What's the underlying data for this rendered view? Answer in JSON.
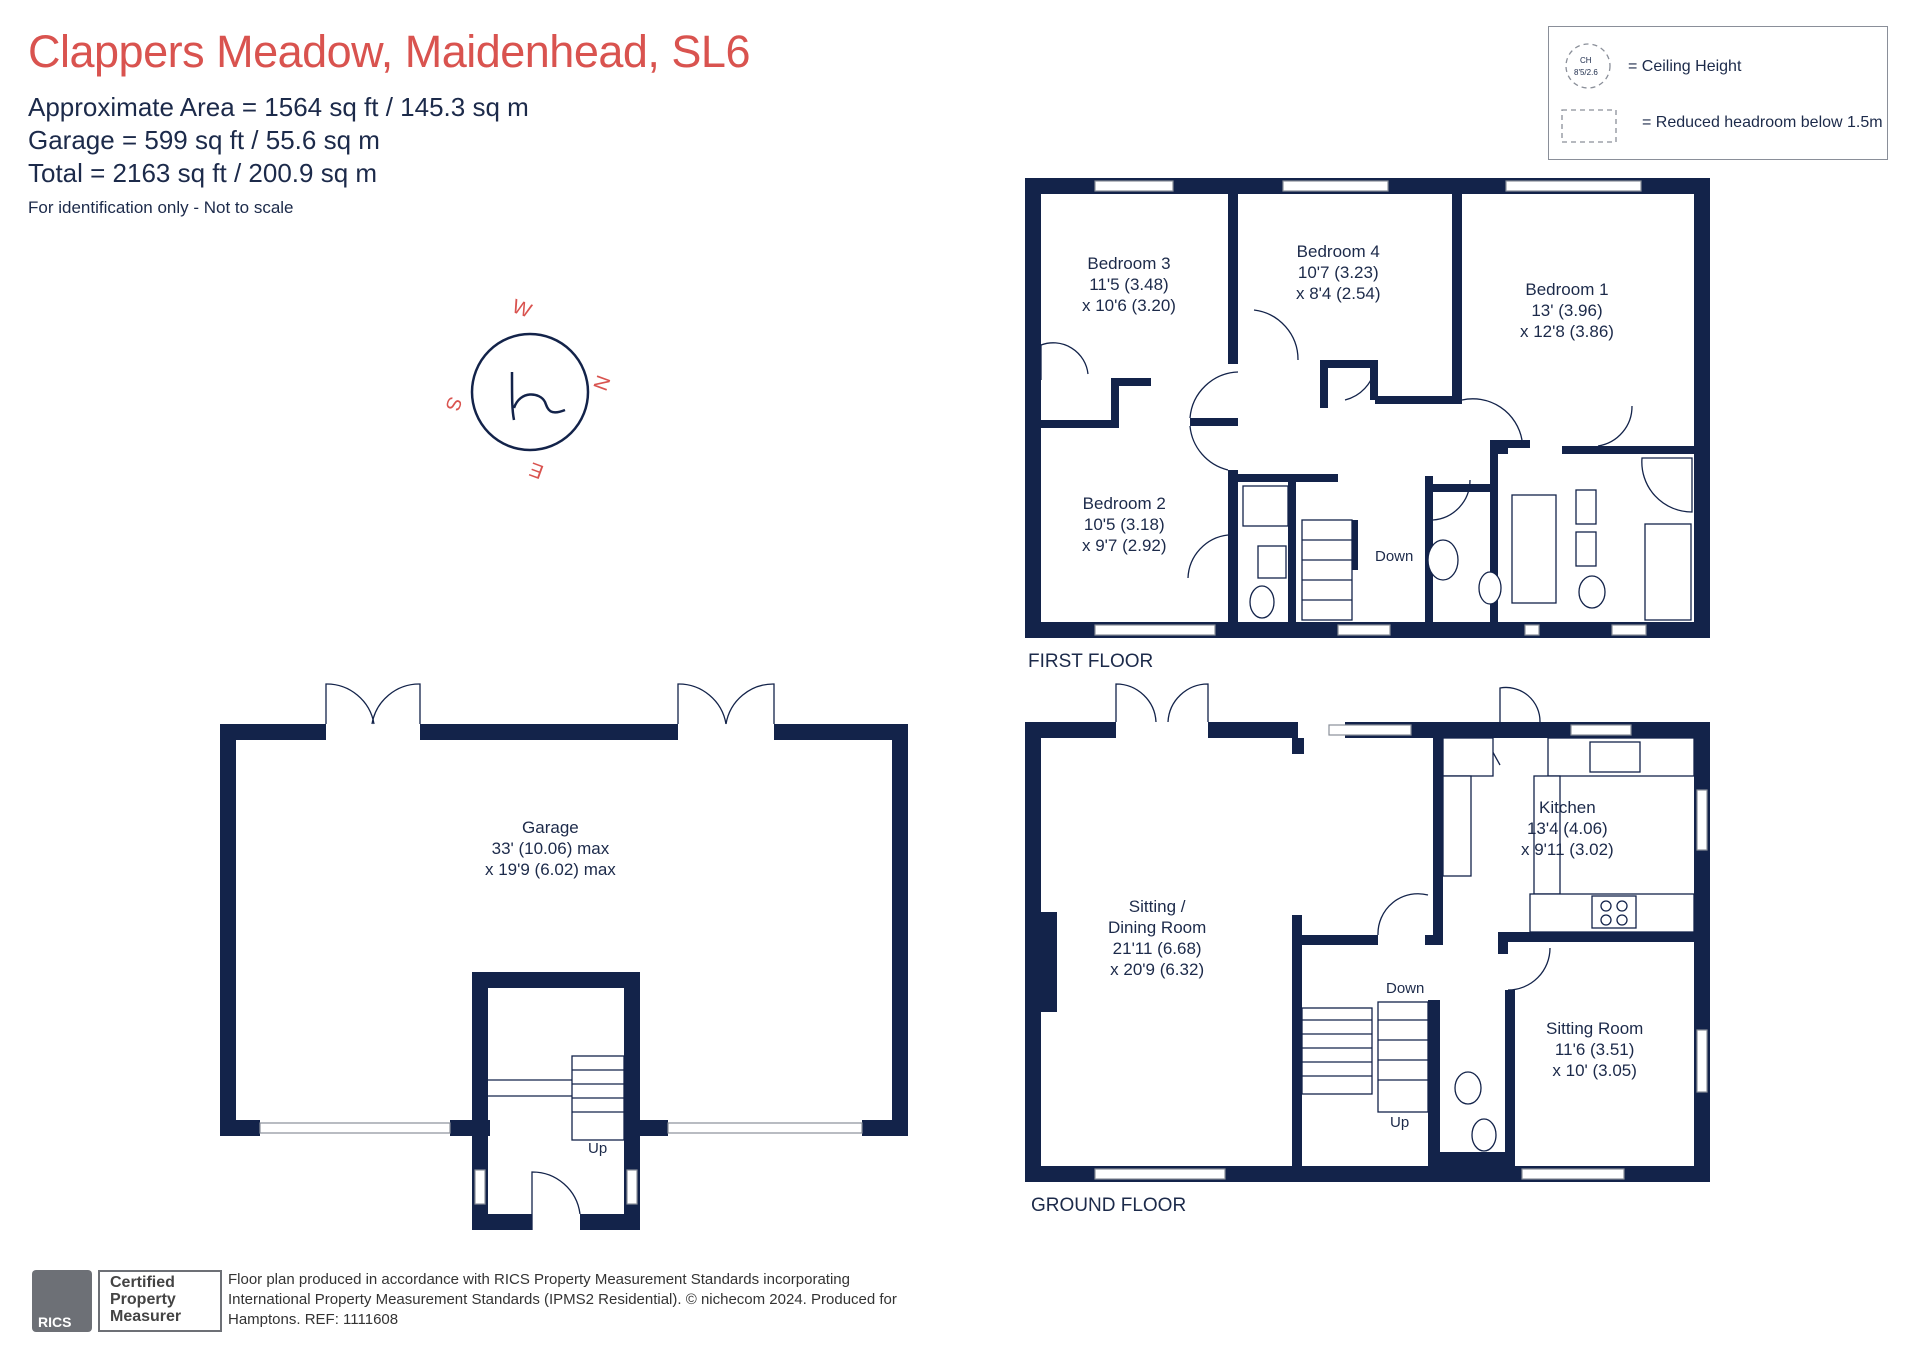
{
  "header": {
    "title": "Clappers Meadow, Maidenhead, SL6",
    "area_line": "Approximate Area = 1564 sq ft / 145.3 sq m",
    "garage_line": "Garage = 599 sq ft / 55.6 sq m",
    "total_line": "Total = 2163 sq ft / 200.9 sq m",
    "note": "For identification only - Not to scale"
  },
  "legend": {
    "ceiling_symbol_top": "CH",
    "ceiling_symbol_bottom": "8'5/2.6",
    "ceiling_label": "= Ceiling Height",
    "reduced_label": "= Reduced headroom below 1.5m"
  },
  "compass": {
    "n": "N",
    "e": "E",
    "s": "S",
    "w": "W",
    "logo": "h"
  },
  "first_floor": {
    "label": "FIRST FLOOR",
    "rooms": [
      {
        "name": "Bedroom 3",
        "dim1": "11'5 (3.48)",
        "dim2": "x 10'6 (3.20)"
      },
      {
        "name": "Bedroom 4",
        "dim1": "10'7 (3.23)",
        "dim2": "x 8'4 (2.54)"
      },
      {
        "name": "Bedroom 1",
        "dim1": "13' (3.96)",
        "dim2": "x 12'8 (3.86)"
      },
      {
        "name": "Bedroom 2",
        "dim1": "10'5 (3.18)",
        "dim2": "x 9'7 (2.92)"
      }
    ],
    "stairs_label": "Down"
  },
  "ground_floor": {
    "label": "GROUND FLOOR",
    "rooms": [
      {
        "name": "Sitting /",
        "name2": "Dining Room",
        "dim1": "21'11 (6.68)",
        "dim2": "x 20'9 (6.32)"
      },
      {
        "name": "Kitchen",
        "dim1": "13'4 (4.06)",
        "dim2": "x 9'11 (3.02)"
      },
      {
        "name": "Sitting Room",
        "dim1": "11'6 (3.51)",
        "dim2": "x 10' (3.05)"
      }
    ],
    "stairs_down": "Down",
    "stairs_up": "Up"
  },
  "garage": {
    "name": "Garage",
    "dim1": "33' (10.06) max",
    "dim2": "x 19'9 (6.02) max",
    "stairs_up": "Up"
  },
  "footer": {
    "rics": "RICS",
    "cert": "Certified\nProperty\nMeasurer",
    "line1": "Floor plan produced in accordance with RICS Property Measurement Standards incorporating",
    "line2": "International Property Measurement Standards (IPMS2 Residential).  © nichecom 2024.   Produced for",
    "line3": "Hamptons.  REF: 1111608"
  },
  "colors": {
    "wall": "#13234a",
    "title": "#d9534f",
    "text": "#1c2a4a"
  }
}
